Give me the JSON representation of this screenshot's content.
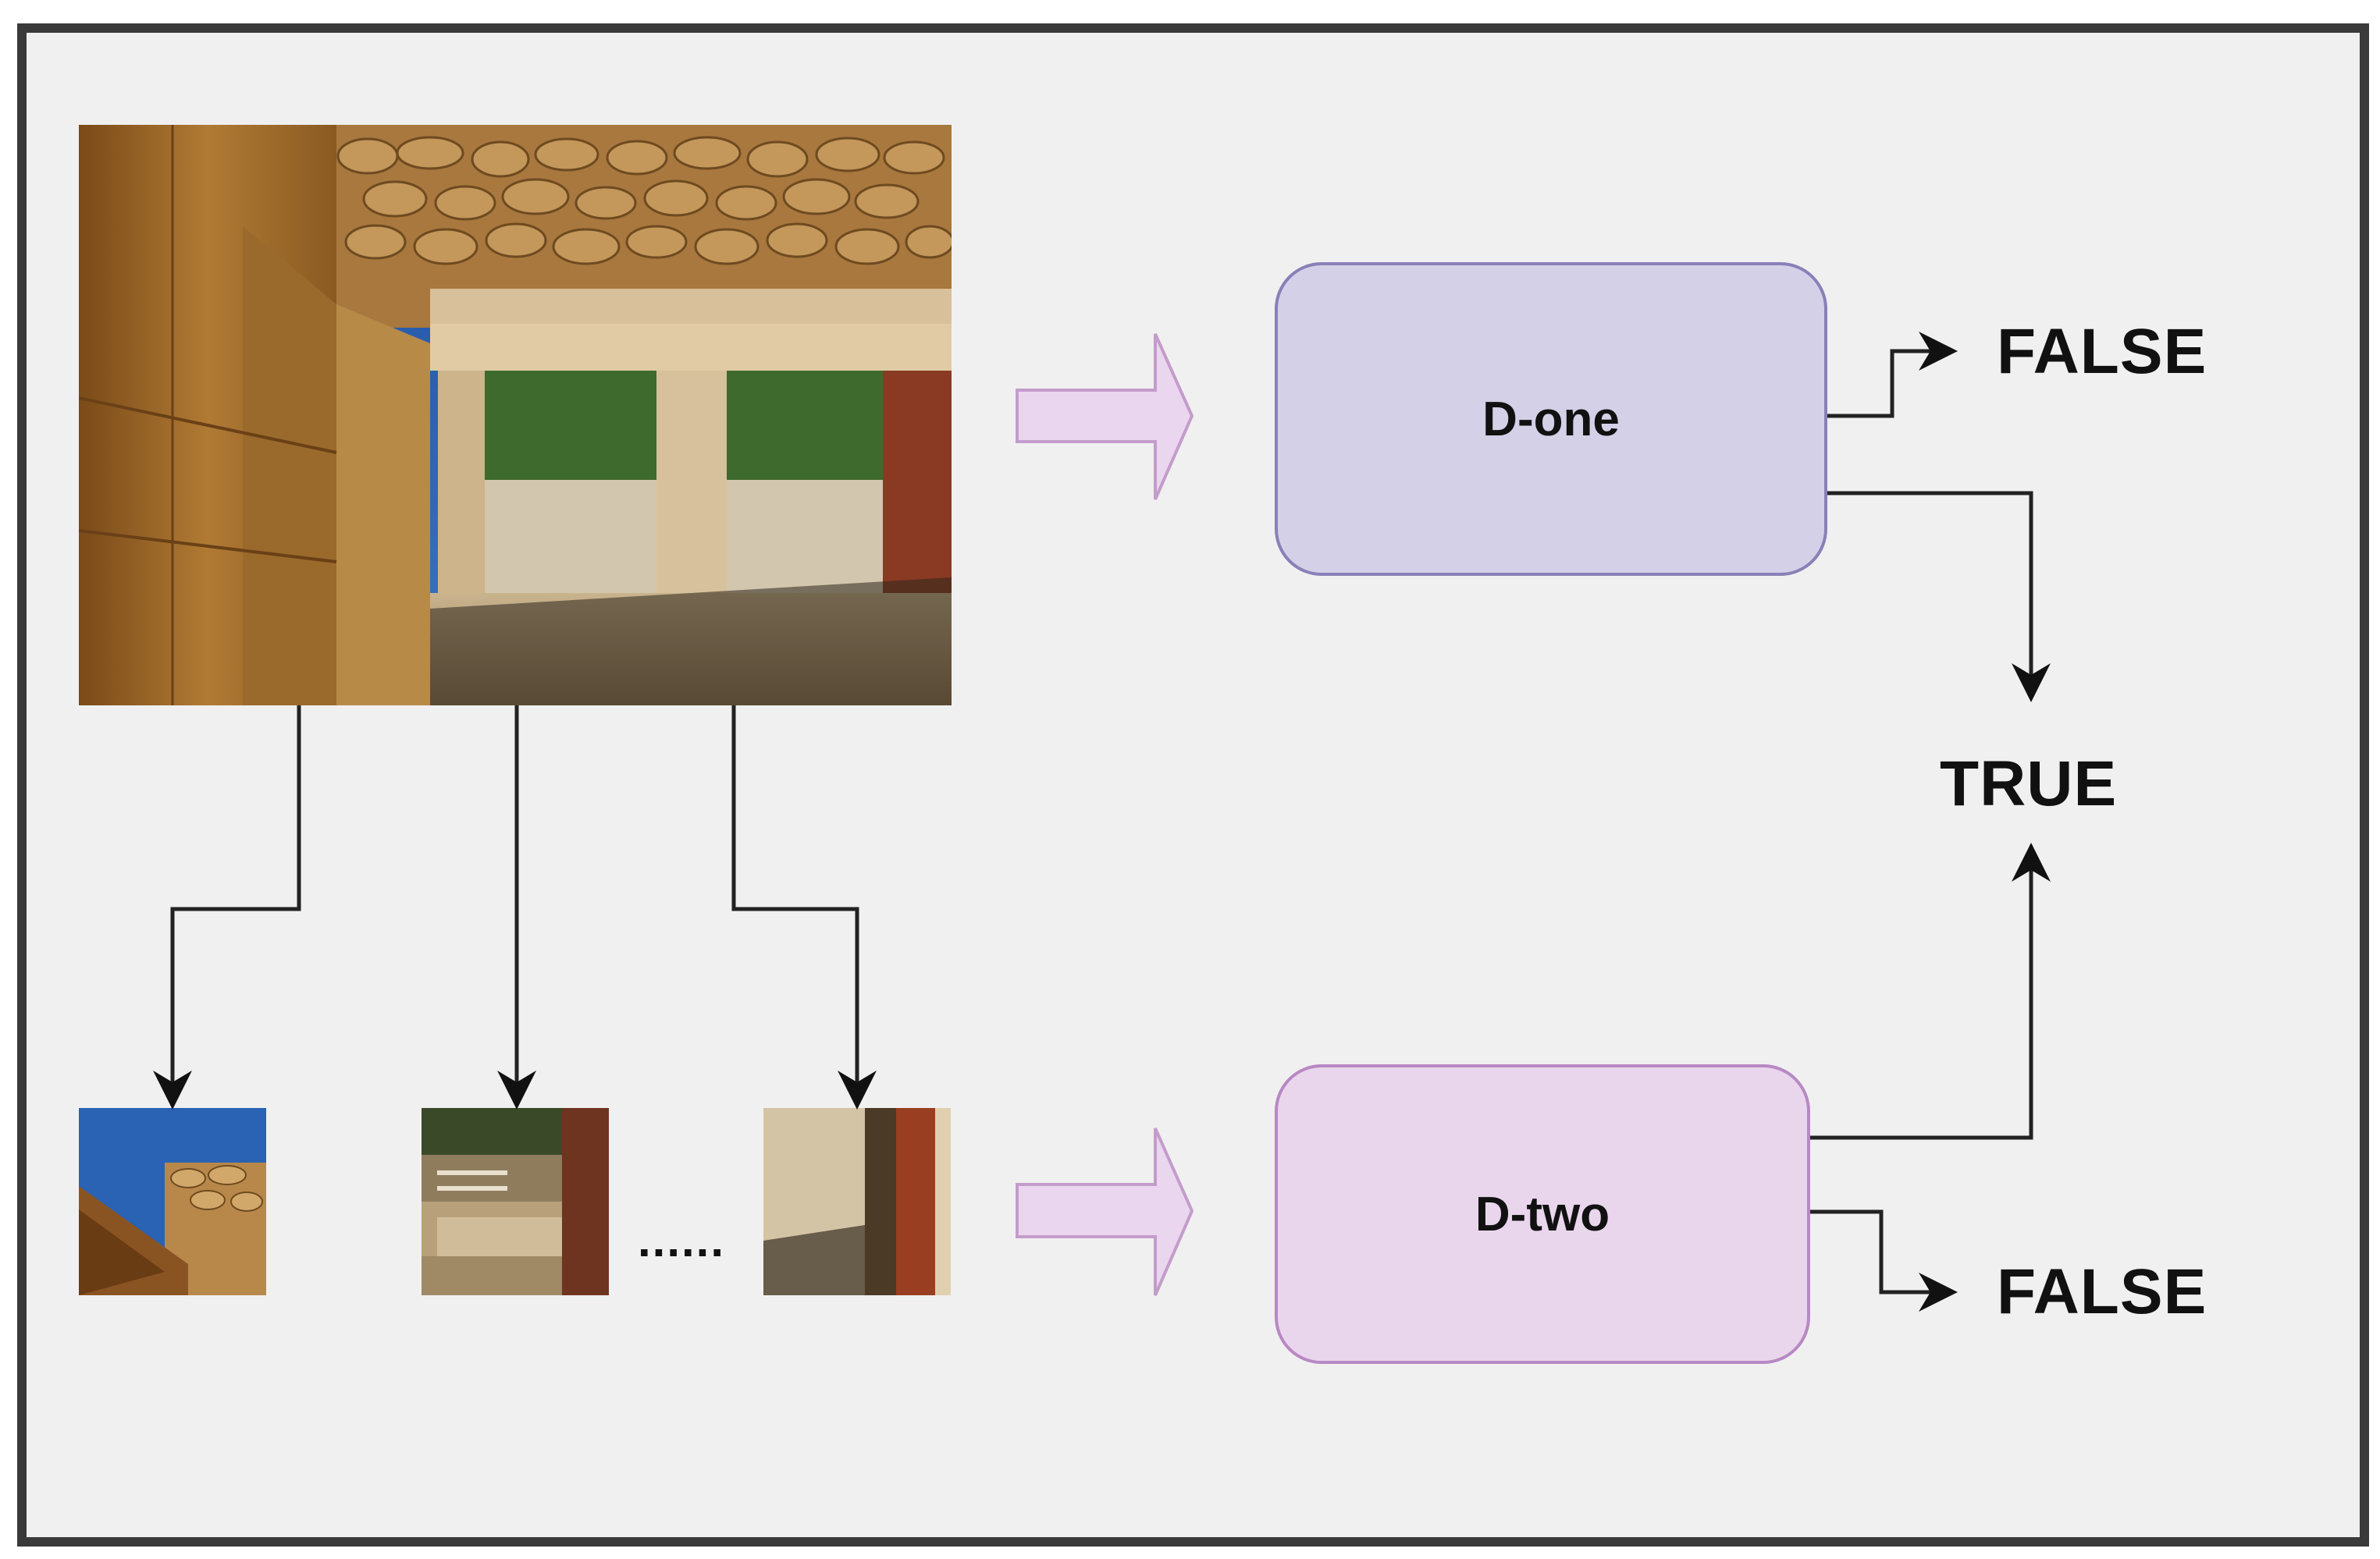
{
  "nodes": {
    "d_one": "D-one",
    "d_two": "D-two"
  },
  "outputs": {
    "false_top": "FALSE",
    "true": "TRUE",
    "false_bottom": "FALSE"
  },
  "patches_ellipsis": "......",
  "colors": {
    "frame_border": "#3a3a3a",
    "background": "#f0f0f0",
    "d_one_fill": "#d4d0e7",
    "d_one_stroke": "#8a80b8",
    "d_two_fill": "#e9d6ec",
    "d_two_stroke": "#b888c4",
    "block_arrow_fill": "#ead6ee",
    "block_arrow_stroke": "#c49ccb"
  }
}
